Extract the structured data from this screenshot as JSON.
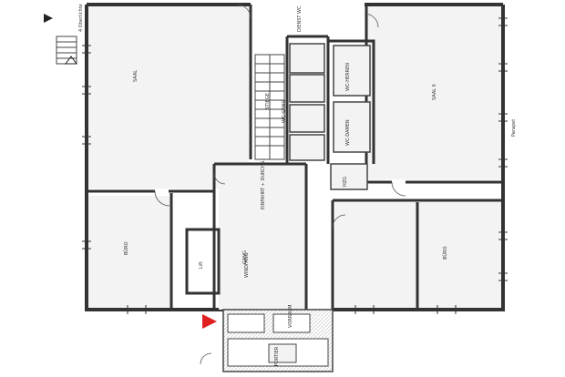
{
  "colors": {
    "wall": "#333333",
    "fill": "#f2f2f2",
    "hatch": "#c9c9c9",
    "thin": "#555555",
    "marker": "#e02020"
  },
  "icons": [
    "north-arrow-icon",
    "entrance-triangle-icon",
    "up-triangle-icon"
  ],
  "labels": {
    "saal_left": "SAAL",
    "saal_right": "SAAL II",
    "entrance_hall": "EINFAHRT + DURCHG.",
    "wc_top": "DIENST WC",
    "wc_gang": "WC-GANG",
    "wc_herren": "WC-HERREN",
    "wc_damen": "WC-DAMEN",
    "office_left": "BÜRO",
    "office_right": "BÜRO",
    "windfang": "WINDFANG",
    "vorraum": "VORRAUM",
    "portier": "PORTIER",
    "stiege": "STIEGE",
    "gang": "GANG",
    "oberlichte": "4 Oberlichte",
    "lift": "Lift",
    "hz": "HZG",
    "right_wall": "Parapet"
  }
}
